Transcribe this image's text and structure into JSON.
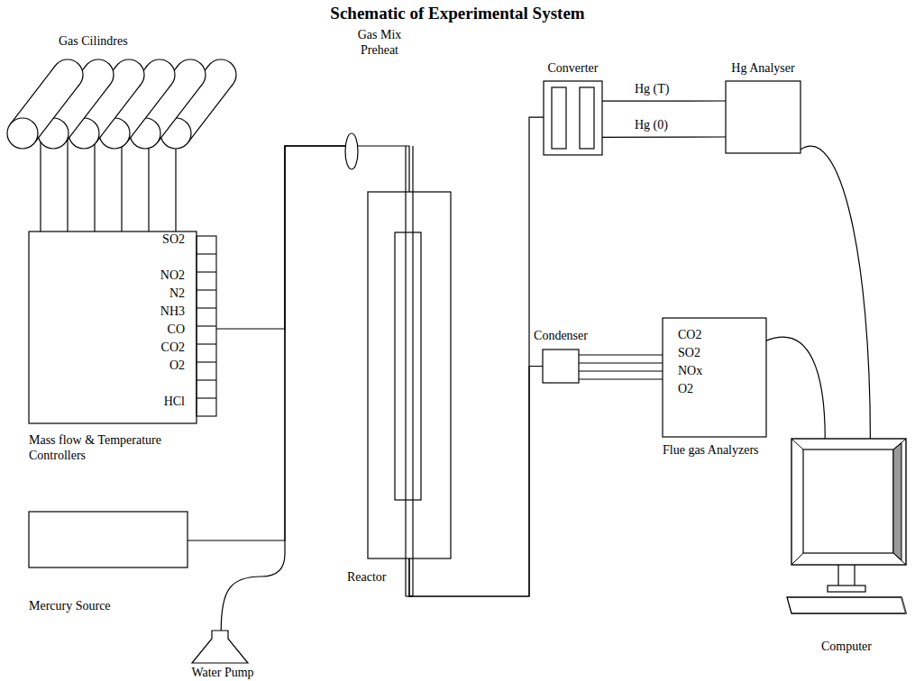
{
  "diagram": {
    "title": "Schematic of Experimental System",
    "nodes": [
      {
        "text": [
          "Gas Cilindres"
        ]
      },
      {
        "text": [
          "SO2",
          "NO2",
          "N2",
          "NH3",
          "CO",
          "CO2",
          "O2",
          "HCl",
          "Mass flow & Temperature Controllers"
        ]
      },
      {
        "text": [
          "Mercury Source"
        ]
      },
      {
        "text": [
          "Water Pump"
        ]
      },
      {
        "text": [
          "Gas Mix Preheat"
        ]
      },
      {
        "text": [
          "Reactor"
        ]
      },
      {
        "text": [
          "Converter"
        ]
      },
      {
        "text": [
          "Hg Analyser"
        ]
      },
      {
        "text": [
          "Condenser"
        ]
      },
      {
        "text": [
          "CO2",
          "SO2",
          "NOx",
          "O2",
          "Flue gas Analyzers"
        ]
      },
      {
        "text": [
          "Computer"
        ]
      }
    ],
    "edges": [
      {
        "from": 0,
        "to": 1,
        "arrow": "none"
      },
      {
        "from": 1,
        "to": 4,
        "arrow": "none"
      },
      {
        "from": 2,
        "to": 4,
        "arrow": "none"
      },
      {
        "from": 3,
        "to": 4,
        "arrow": "none"
      },
      {
        "from": 4,
        "to": 5,
        "arrow": "none"
      },
      {
        "from": 5,
        "to": 6,
        "arrow": "none"
      },
      {
        "from": 5,
        "to": 8,
        "arrow": "none"
      },
      {
        "from": 6,
        "to": 7,
        "label": "Hg (T)",
        "arrow": "none"
      },
      {
        "from": 6,
        "to": 7,
        "label": "Hg (0)",
        "arrow": "none"
      },
      {
        "from": 8,
        "to": 9,
        "arrow": "none"
      },
      {
        "from": 9,
        "to": 10,
        "arrow": "none"
      },
      {
        "from": 7,
        "to": 10,
        "arrow": "none"
      }
    ]
  }
}
